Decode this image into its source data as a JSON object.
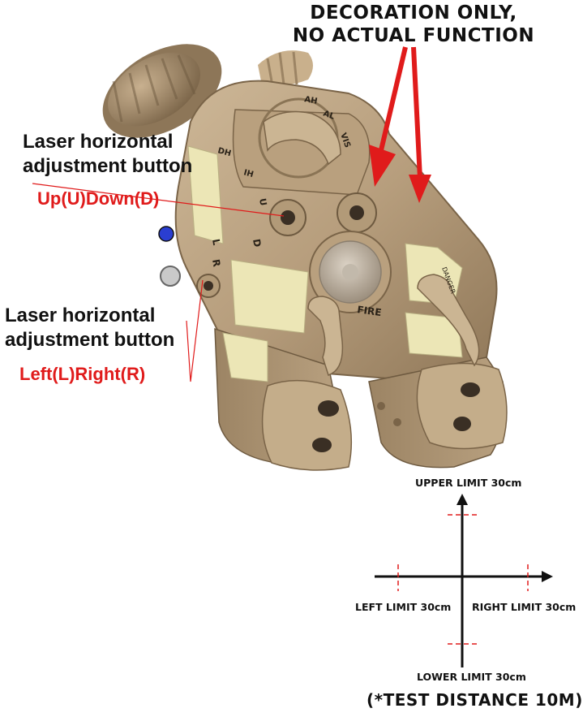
{
  "decoration_note": {
    "line1": "DECORATION ONLY,",
    "line2": "NO ACTUAL FUNCTION"
  },
  "vertical_button": {
    "title_line1": "Laser horizontal",
    "title_line2": "adjustment button",
    "subtitle": "Up(U)Down(D)"
  },
  "horizontal_button": {
    "title_line1": "Laser horizontal",
    "title_line2": "adjustment button",
    "subtitle": "Left(L)Right(R)"
  },
  "device_markings": {
    "fire": "FIRE",
    "danger": "DANGER",
    "ah": "AH",
    "al": "AL",
    "vis": "VIS",
    "dh": "DH",
    "ih": "IH",
    "u": "U",
    "d": "D",
    "l": "L",
    "r": "R"
  },
  "limits": {
    "upper": "UPPER LIMIT 30cm",
    "lower": "LOWER LIMIT 30cm",
    "left": "LEFT LIMIT 30cm",
    "right": "RIGHT LIMIT 30cm",
    "test_distance": "(*TEST DISTANCE 10M)"
  },
  "colors": {
    "annotation_red": "#e01b1b",
    "device_tan": "#b79e7d",
    "panel_yellow": "#ece6b6"
  }
}
